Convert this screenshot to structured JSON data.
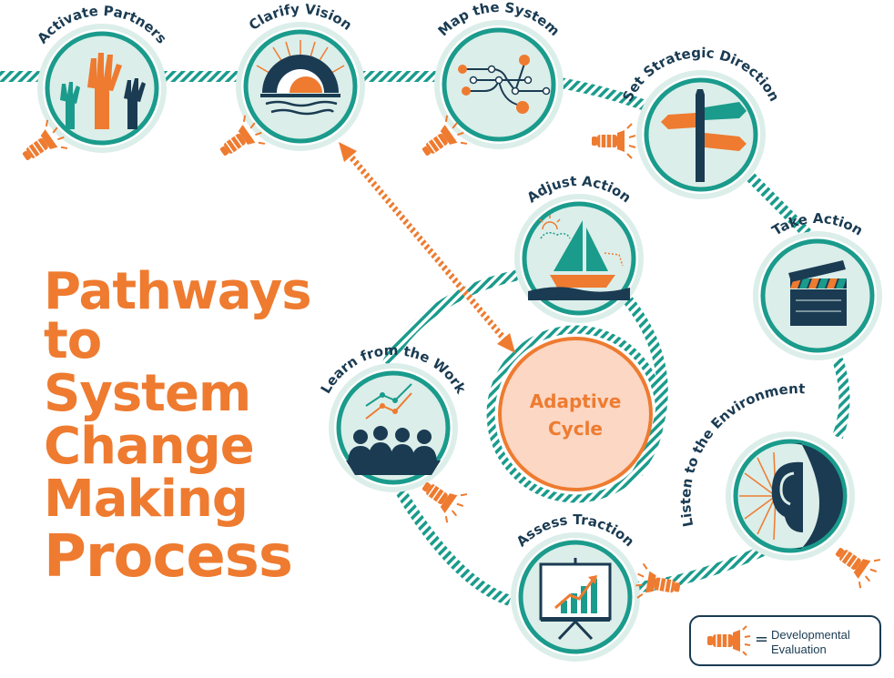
{
  "title": {
    "line1": "Pathways",
    "line2": "to",
    "line3": "System",
    "line4": "Change",
    "line5": "Making",
    "line6": "Process"
  },
  "stages": {
    "activate_partners": "Activate Partners",
    "clarify_vision": "Clarify Vision",
    "map_the_system": "Map the System",
    "set_strategic_direction": "Set Strategic Direction",
    "take_action": "Take Action",
    "listen_to_environment": "Listen to the Environment",
    "assess_traction": "Assess Traction",
    "learn_from_the_work": "Learn from the Work",
    "adjust_action": "Adjust Action"
  },
  "center": {
    "line1": "Adaptive",
    "line2": "Cycle"
  },
  "legend": {
    "equals": "=",
    "line1": "Developmental",
    "line2": "Evaluation"
  },
  "colors": {
    "teal": "#1a9b8c",
    "light_teal_fill": "#dceee9",
    "navy": "#1a3b52",
    "orange": "#ee7b30",
    "peach": "#fbd7c4"
  },
  "icons": [
    "raised-hands-icon",
    "sunrise-icon",
    "network-icon",
    "signpost-icon",
    "clapperboard-icon",
    "ear-icon",
    "presentation-chart-icon",
    "audience-chart-icon",
    "sailboat-icon",
    "flashlight-icon"
  ]
}
